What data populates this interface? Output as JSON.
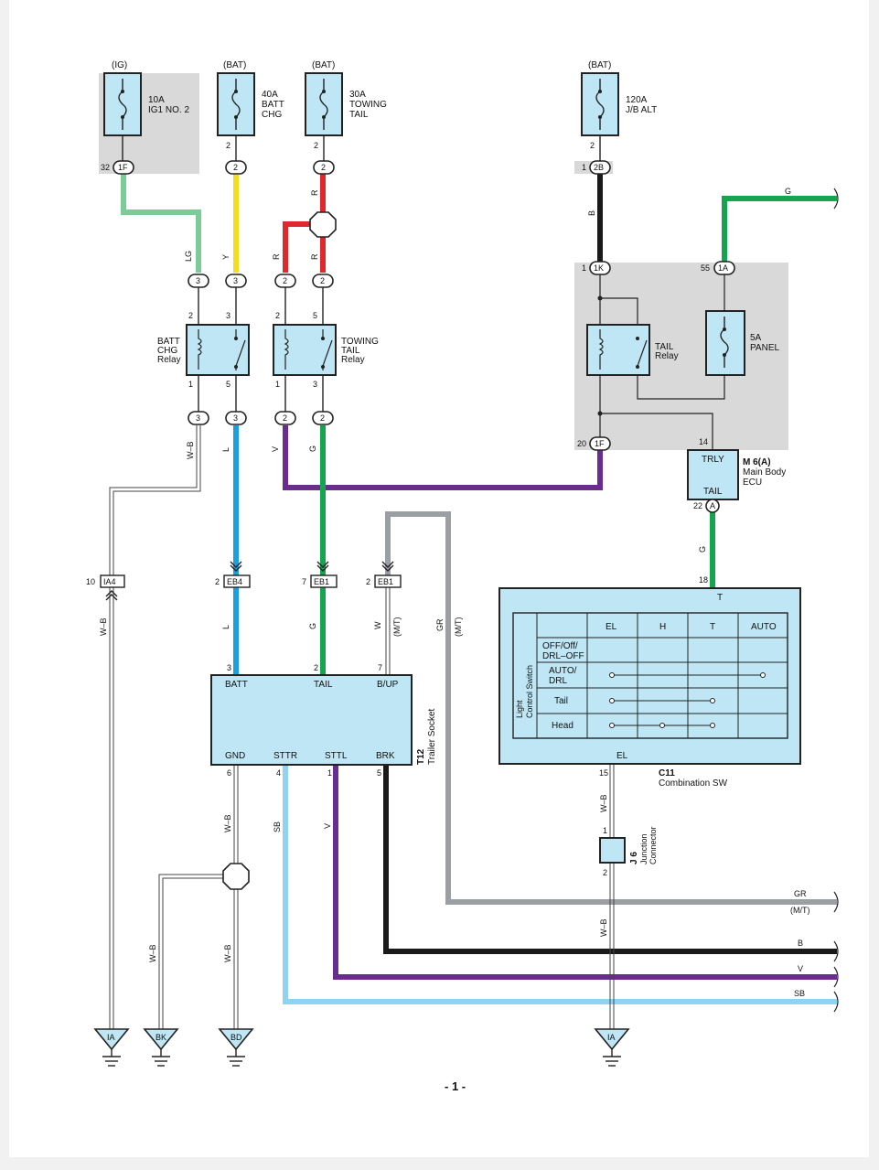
{
  "fuses": {
    "ig1": {
      "source": "(IG)",
      "rating": "10A",
      "name": "IG1 NO. 2",
      "pin_top": "",
      "pin_bottom": "32",
      "conn": "1F"
    },
    "batt_chg": {
      "source": "(BAT)",
      "rating": "40A",
      "name1": "BATT",
      "name2": "CHG",
      "pin": "2",
      "conn": "2"
    },
    "towing": {
      "source": "(BAT)",
      "rating": "30A",
      "name1": "TOWING",
      "name2": "TAIL",
      "pin": "2",
      "conn": "2"
    },
    "jb_alt": {
      "source": "(BAT)",
      "rating": "120A",
      "name": "J/B ALT",
      "pin": "2",
      "pin_left": "1",
      "conn": "2B"
    }
  },
  "wires": {
    "lg": "LG",
    "y": "Y",
    "r1": "R",
    "r2": "R",
    "r3": "R",
    "b": "B",
    "g_top": "G",
    "w_b1": "W–B",
    "l1": "L",
    "v1": "V",
    "g1": "G",
    "g2": "G",
    "w_b2": "W–B",
    "l2": "L",
    "g3": "G",
    "w": "W",
    "mt": "(M/T)",
    "gr": "GR",
    "mt2": "(M/T)",
    "w_b3": "W–B",
    "sb": "SB",
    "v2": "V",
    "w_b4": "W–B",
    "w_b5": "W–B",
    "w_b6": "W–B",
    "w_b7": "W–B",
    "right_gr": "GR",
    "right_mt": "(M/T)",
    "right_b": "B",
    "right_v": "V",
    "right_sb": "SB"
  },
  "connectors": {
    "c3a": "3",
    "c3b": "3",
    "c2a": "2",
    "c2b": "2",
    "c3c": "3",
    "c3d": "3",
    "c2c": "2",
    "c2d": "2",
    "k1": "1K",
    "k1_pin": "1",
    "a1": "1A",
    "a1_pin": "55",
    "f1": "1F",
    "f1_pin": "20"
  },
  "relays": {
    "batt": {
      "l1": "BATT",
      "l2": "CHG",
      "l3": "Relay",
      "p2": "2",
      "p3": "3",
      "p1": "1",
      "p5": "5"
    },
    "towing": {
      "l1": "TOWING",
      "l2": "TAIL",
      "l3": "Relay",
      "p2": "2",
      "p5": "5",
      "p1": "1",
      "p3": "3"
    },
    "tail": {
      "l1": "TAIL",
      "l2": "Relay"
    },
    "panel": {
      "l1": "5A",
      "l2": "PANEL"
    }
  },
  "ecu": {
    "code": "M 6(A)",
    "name1": "Main Body",
    "name2": "ECU",
    "trly": "TRLY",
    "tail": "TAIL",
    "pin14": "14",
    "pin22": "22",
    "conn": "A"
  },
  "joints": {
    "ia4": "IA4",
    "ia4_pin": "10",
    "eb4": "EB4",
    "eb4_pin": "2",
    "eb1a": "EB1",
    "eb1a_pin": "7",
    "eb1b": "EB1",
    "eb1b_pin": "2"
  },
  "trailer": {
    "code": "T12",
    "name": "Trailer Socket",
    "batt": "BATT",
    "tail": "TAIL",
    "bup": "B/UP",
    "gnd": "GND",
    "sttr": "STTR",
    "sttl": "STTL",
    "brk": "BRK",
    "p3": "3",
    "p2": "2",
    "p7": "7",
    "p6": "6",
    "p4": "4",
    "p1": "1",
    "p5": "5"
  },
  "combo": {
    "code": "C11",
    "name": "Combination SW",
    "t": "T",
    "el": "EL",
    "pin18": "18",
    "pin15": "15",
    "side1": "Light",
    "side2": "Control Switch",
    "cols": [
      "EL",
      "H",
      "T",
      "AUTO"
    ],
    "rows": [
      "OFF/Off/",
      "DRL–OFF",
      "AUTO/",
      "DRL",
      "Tail",
      "Head"
    ]
  },
  "junction": {
    "code": "J 6",
    "name1": "Junction",
    "name2": "Connector",
    "p1": "1",
    "p2": "2"
  },
  "grounds": [
    "IA",
    "BK",
    "BD",
    "IA"
  ],
  "page_number": "- 1 -",
  "colors": {
    "lg": "#7ccc99",
    "yellow": "#f6dc1e",
    "red": "#e1262c",
    "black": "#1a1a1a",
    "green": "#14a54e",
    "blue": "#1aa0e1",
    "purple": "#6a2c91",
    "gray": "#9b9ea3",
    "skyblue": "#8fd3f0",
    "box": "#bfe6f5",
    "shade": "#d9d9d9"
  }
}
